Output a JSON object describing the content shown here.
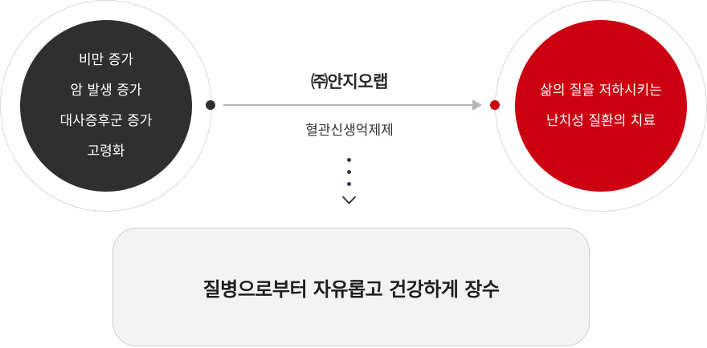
{
  "left_circle": {
    "lines": [
      "비만 증가",
      "암 발생 증가",
      "대사증후군 증가",
      "고령화"
    ]
  },
  "brand": "㈜안지오랩",
  "product": "혈관신생억제제",
  "right_circle": {
    "lines": [
      "삶의 질을 저하시키는",
      "난치성 질환의 치료"
    ]
  },
  "result": "질병으로부터 자유롭고 건강하게 장수",
  "colors": {
    "dark": "#2f2f2f",
    "accent": "#cc0010",
    "connector": "#b5b5b5",
    "result_bg": "#f3f3f3"
  }
}
